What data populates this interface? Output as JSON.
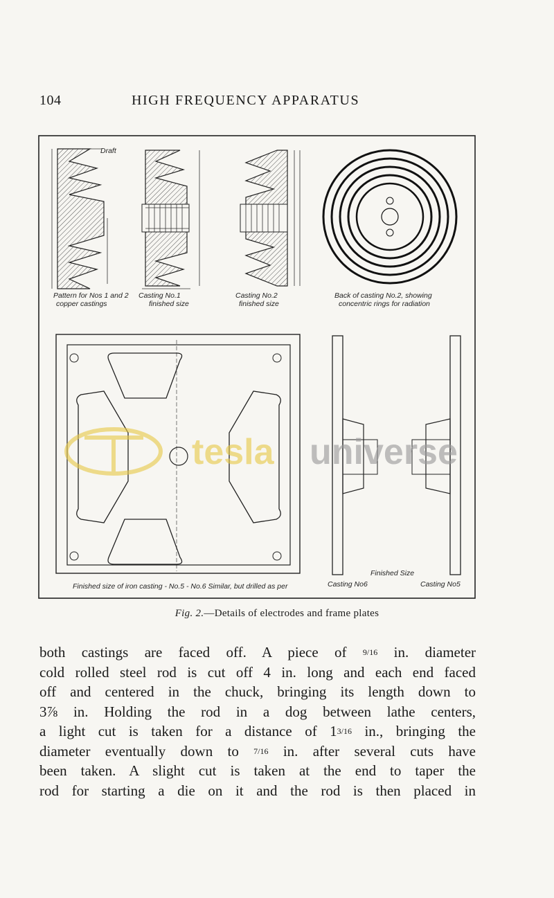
{
  "header": {
    "page_number": "104",
    "running_title": "HIGH FREQUENCY APPARATUS"
  },
  "figure": {
    "labels": {
      "pattern": [
        "Pattern for Nos 1 and 2",
        "copper castings"
      ],
      "casting1": [
        "Casting No.1",
        "finished size"
      ],
      "casting2": [
        "Casting No.2",
        "finished size"
      ],
      "back": [
        "Back of casting No.2, showing",
        "concentric rings for radiation"
      ],
      "iron_casting": "Finished size of iron casting - No.5 - No.6 Similar, but drilled as per",
      "casting6": "Casting No6",
      "finished_size": "Finished Size",
      "casting5": "Casting No5",
      "draft": "Draft"
    },
    "watermark": {
      "word1": "tesla",
      "word2": "universe",
      "color1": "#e8c94a",
      "color2": "#9a9a9a"
    }
  },
  "caption": {
    "fig_ref": "Fig. 2.",
    "text": "—Details of electrodes and frame plates"
  },
  "body": {
    "lines": [
      "both castings are faced off.  A piece of",
      "in. diameter",
      "cold rolled steel rod is cut off 4 in. long and each end faced",
      "off and centered in the chuck, bringing its length down to",
      "3⅞ in.  Holding the rod in a dog between lathe centers,",
      "a light cut is taken for a distance of 1",
      "in., bringing the",
      "diameter eventually down to",
      "in. after several cuts have",
      "been taken.  A slight cut is taken at the end to taper the",
      "rod for starting a die on it and the rod is then placed in"
    ],
    "fractions": [
      "9/16",
      "3/16",
      "7/16"
    ]
  }
}
